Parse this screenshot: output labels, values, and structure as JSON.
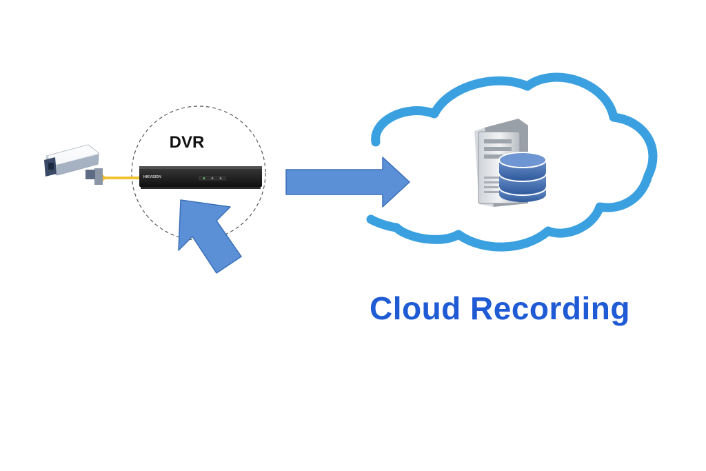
{
  "dvr": {
    "label": "DVR",
    "brand": "HIKVISION"
  },
  "cloud": {
    "title": "Cloud Recording"
  },
  "icons": {
    "camera": "cctv-camera-icon",
    "dvr_device": "dvr-recorder-icon",
    "server": "server-tower-icon",
    "database": "database-icon",
    "cloud": "cloud-icon"
  },
  "colors": {
    "arrow": "#5b8fd6",
    "arrow_stroke": "#3a6fb7",
    "cloud_outline": "#3aa0e0",
    "cloud_title": "#1f5bd4",
    "cable": "#f2c230",
    "db_blue": "#4a72b0"
  }
}
